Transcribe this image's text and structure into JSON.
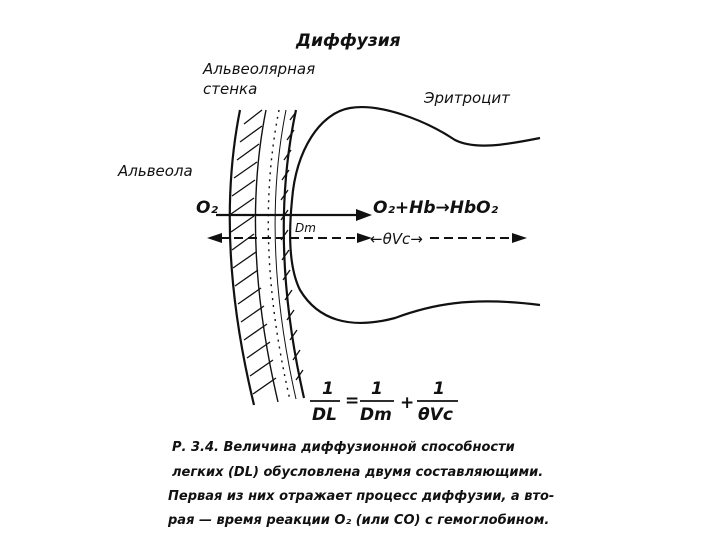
{
  "diagram": {
    "title": "Диффузия",
    "wall_label_line1": "Альвеолярная",
    "wall_label_line2": "стенка",
    "erythrocyte_label": "Эритроцит",
    "alveola_label": "Альвеола",
    "o2_label": "O₂",
    "reaction_label": "O₂+Hb→HbO₂",
    "dm_label": "Dm",
    "ovc_label": "←θVc→"
  },
  "equation": {
    "lhs_num": "1",
    "lhs_den": "DL",
    "equals": "=",
    "t1_num": "1",
    "t1_den": "Dm",
    "plus": "+",
    "t2_num": "1",
    "t2_den": "θVc"
  },
  "caption": {
    "line1": "Р. 3.4.  Величина диффузионной способности",
    "line2": "легких (DL) обусловлена двумя составляющими.",
    "line3": "Первая из них отражает процесс диффузии, а вто-",
    "line4": "рая — время реакции O₂ (или CO) с гемоглобином."
  }
}
